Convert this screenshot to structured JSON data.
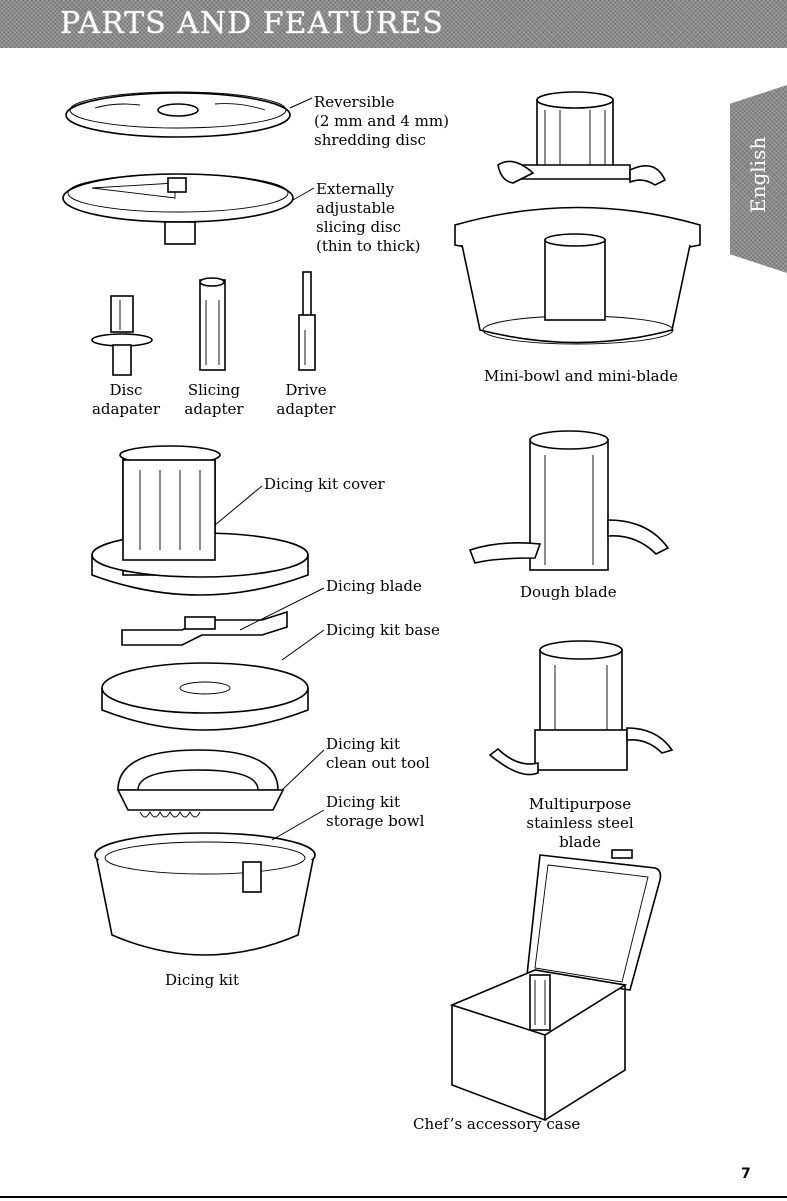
{
  "header": {
    "title": "PARTS AND FEATURES"
  },
  "language_tab": {
    "label": "English"
  },
  "parts": {
    "shredding_disc": [
      "Reversible",
      "(2 mm and 4 mm)",
      "shredding disc"
    ],
    "slicing_disc": [
      "Externally",
      "adjustable",
      "slicing disc",
      "(thin to thick)"
    ],
    "disc_adapter": [
      "Disc",
      "adapater"
    ],
    "slicing_adapter": [
      "Slicing",
      "adapter"
    ],
    "drive_adapter": [
      "Drive",
      "adapter"
    ],
    "mini_bowl": "Mini-bowl and mini-blade",
    "dicing_kit_cover": "Dicing kit cover",
    "dicing_blade": "Dicing blade",
    "dicing_kit_base": "Dicing kit base",
    "clean_out_tool": [
      "Dicing kit",
      "clean out tool"
    ],
    "storage_bowl": [
      "Dicing kit",
      "storage bowl"
    ],
    "dicing_kit": "Dicing kit",
    "dough_blade": "Dough blade",
    "multipurpose_blade": [
      "Multipurpose",
      "stainless steel",
      "blade"
    ],
    "accessory_case": "Chef’s accessory case"
  },
  "page_number": "7"
}
